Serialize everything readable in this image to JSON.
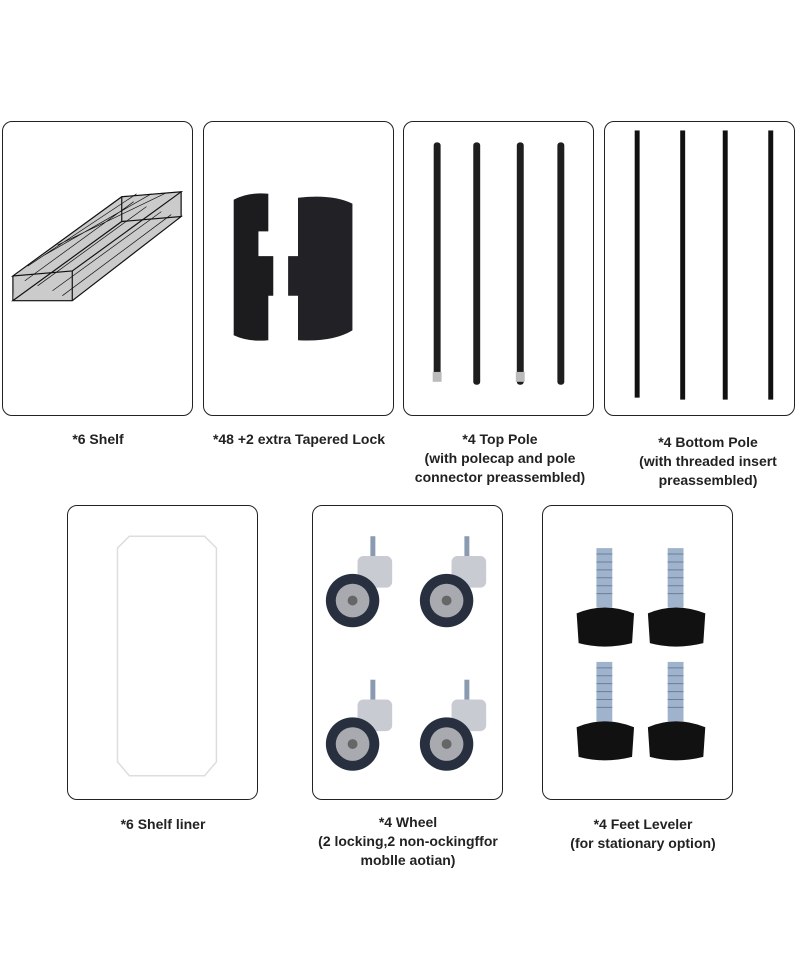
{
  "parts": [
    {
      "title": "*6 Shelf",
      "lines": [],
      "icon": "wire-shelf-icon"
    },
    {
      "title": "*48 +2 extra Tapered Lock",
      "lines": [],
      "icon": "tapered-lock-icon"
    },
    {
      "title": "*4 Top Pole",
      "lines": [
        "(with polecap and pole",
        "connector preassembled)"
      ],
      "icon": "top-pole-icon"
    },
    {
      "title": "*4 Bottom Pole",
      "lines": [
        "(with threaded insert",
        "preassembled)"
      ],
      "icon": "bottom-pole-icon"
    },
    {
      "title": "*6 Shelf liner",
      "lines": [],
      "icon": "shelf-liner-icon"
    },
    {
      "title": "*4 Wheel",
      "lines": [
        "(2 locking,2 non-ockingffor",
        "moblle aotian)"
      ],
      "icon": "wheel-icon"
    },
    {
      "title": "*4 Feet Leveler",
      "lines": [
        "(for stationary option)"
      ],
      "icon": "feet-leveler-icon"
    }
  ]
}
